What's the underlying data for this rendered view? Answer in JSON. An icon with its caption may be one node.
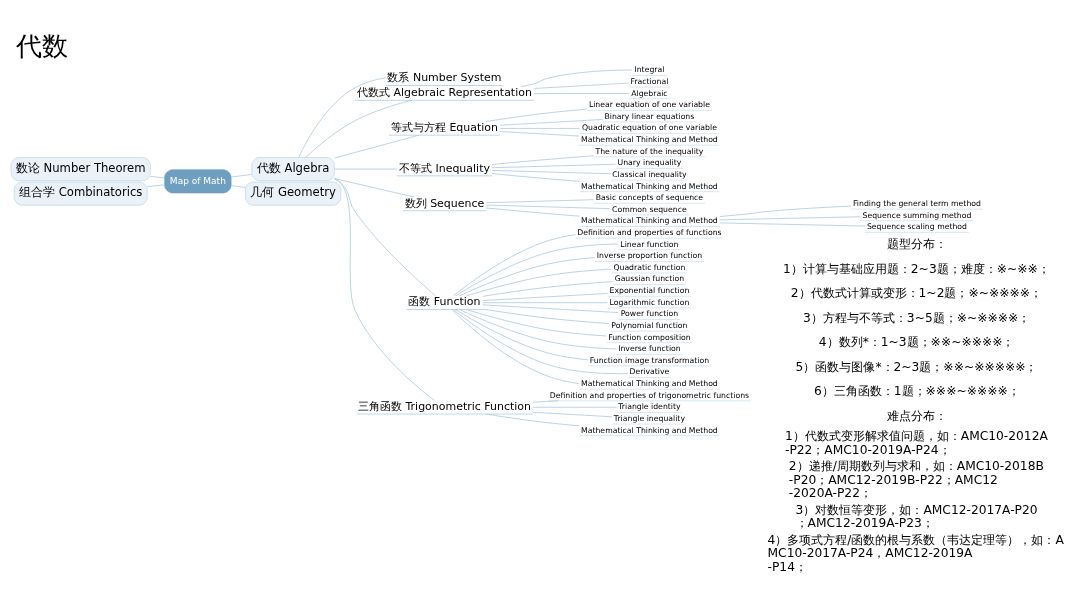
{
  "diagram": {
    "title": "代数",
    "nodes": [
      {
        "text": [
          "Map of Math"
        ]
      },
      {
        "text": [
          "数论 Number Theorem"
        ]
      },
      {
        "text": [
          "组合学 Combinatorics"
        ]
      },
      {
        "text": [
          "代数 Algebra"
        ]
      },
      {
        "text": [
          "几何 Geometry"
        ]
      },
      {
        "text": [
          "数系 Number System"
        ]
      },
      {
        "text": [
          "代数式 Algebraic Representation"
        ]
      },
      {
        "text": [
          "Integral"
        ]
      },
      {
        "text": [
          "Fractional"
        ]
      },
      {
        "text": [
          "Algebraic"
        ]
      },
      {
        "text": [
          "等式与方程 Equation"
        ]
      },
      {
        "text": [
          "Linear equation of one variable"
        ]
      },
      {
        "text": [
          "Binary linear equations"
        ]
      },
      {
        "text": [
          "Quadratic equation of one variable"
        ]
      },
      {
        "text": [
          "Mathematical Thinking and Method"
        ]
      },
      {
        "text": [
          "不等式 Inequality"
        ]
      },
      {
        "text": [
          "The nature of the inequality"
        ]
      },
      {
        "text": [
          "Unary inequality"
        ]
      },
      {
        "text": [
          "Classical inequality"
        ]
      },
      {
        "text": [
          "Mathematical Thinking and Method"
        ]
      },
      {
        "text": [
          "数列 Sequence"
        ]
      },
      {
        "text": [
          "Basic concepts of sequence"
        ]
      },
      {
        "text": [
          "Common sequence"
        ]
      },
      {
        "text": [
          "Mathematical Thinking and Method"
        ]
      },
      {
        "text": [
          "Finding the general term method"
        ]
      },
      {
        "text": [
          "Sequence summing method"
        ]
      },
      {
        "text": [
          "Sequence scaling method"
        ]
      },
      {
        "text": [
          "函数 Function"
        ]
      },
      {
        "text": [
          "Definition and properties of functions"
        ]
      },
      {
        "text": [
          "Linear function"
        ]
      },
      {
        "text": [
          "Inverse proportion function"
        ]
      },
      {
        "text": [
          "Quadratic function"
        ]
      },
      {
        "text": [
          "Gaussian function"
        ]
      },
      {
        "text": [
          "Exponential function"
        ]
      },
      {
        "text": [
          "Logarithmic function"
        ]
      },
      {
        "text": [
          "Power function"
        ]
      },
      {
        "text": [
          "Polynomial function"
        ]
      },
      {
        "text": [
          "Function composition"
        ]
      },
      {
        "text": [
          "Inverse function"
        ]
      },
      {
        "text": [
          "Function image transformation"
        ]
      },
      {
        "text": [
          "Derivative"
        ]
      },
      {
        "text": [
          "Mathematical Thinking and Method"
        ]
      },
      {
        "text": [
          "三角函数 Trigonometric Function"
        ]
      },
      {
        "text": [
          "Definition and properties of trigonometric functions"
        ]
      },
      {
        "text": [
          "Triangle identity"
        ]
      },
      {
        "text": [
          "Triangle inequality"
        ]
      },
      {
        "text": [
          "Mathematical Thinking and Method"
        ]
      }
    ],
    "edges": [
      {
        "from": 0,
        "to": 1,
        "arrow": "none"
      },
      {
        "from": 0,
        "to": 2,
        "arrow": "none"
      },
      {
        "from": 0,
        "to": 3,
        "arrow": "none"
      },
      {
        "from": 0,
        "to": 4,
        "arrow": "none"
      },
      {
        "from": 3,
        "to": 5,
        "arrow": "none"
      },
      {
        "from": 3,
        "to": 6,
        "arrow": "none"
      },
      {
        "from": 6,
        "to": 7,
        "arrow": "none"
      },
      {
        "from": 6,
        "to": 8,
        "arrow": "none"
      },
      {
        "from": 6,
        "to": 9,
        "arrow": "none"
      },
      {
        "from": 3,
        "to": 10,
        "arrow": "none"
      },
      {
        "from": 10,
        "to": 11,
        "arrow": "none"
      },
      {
        "from": 10,
        "to": 12,
        "arrow": "none"
      },
      {
        "from": 10,
        "to": 13,
        "arrow": "none"
      },
      {
        "from": 10,
        "to": 14,
        "arrow": "none"
      },
      {
        "from": 3,
        "to": 15,
        "arrow": "none"
      },
      {
        "from": 15,
        "to": 16,
        "arrow": "none"
      },
      {
        "from": 15,
        "to": 17,
        "arrow": "none"
      },
      {
        "from": 15,
        "to": 18,
        "arrow": "none"
      },
      {
        "from": 15,
        "to": 19,
        "arrow": "none"
      },
      {
        "from": 3,
        "to": 20,
        "arrow": "none"
      },
      {
        "from": 20,
        "to": 21,
        "arrow": "none"
      },
      {
        "from": 20,
        "to": 22,
        "arrow": "none"
      },
      {
        "from": 20,
        "to": 23,
        "arrow": "none"
      },
      {
        "from": 23,
        "to": 24,
        "arrow": "none"
      },
      {
        "from": 23,
        "to": 25,
        "arrow": "none"
      },
      {
        "from": 23,
        "to": 26,
        "arrow": "none"
      },
      {
        "from": 3,
        "to": 27,
        "arrow": "none"
      },
      {
        "from": 27,
        "to": 28,
        "arrow": "none"
      },
      {
        "from": 27,
        "to": 29,
        "arrow": "none"
      },
      {
        "from": 27,
        "to": 30,
        "arrow": "none"
      },
      {
        "from": 27,
        "to": 31,
        "arrow": "none"
      },
      {
        "from": 27,
        "to": 32,
        "arrow": "none"
      },
      {
        "from": 27,
        "to": 33,
        "arrow": "none"
      },
      {
        "from": 27,
        "to": 34,
        "arrow": "none"
      },
      {
        "from": 27,
        "to": 35,
        "arrow": "none"
      },
      {
        "from": 27,
        "to": 36,
        "arrow": "none"
      },
      {
        "from": 27,
        "to": 37,
        "arrow": "none"
      },
      {
        "from": 27,
        "to": 38,
        "arrow": "none"
      },
      {
        "from": 27,
        "to": 39,
        "arrow": "none"
      },
      {
        "from": 27,
        "to": 40,
        "arrow": "none"
      },
      {
        "from": 27,
        "to": 41,
        "arrow": "none"
      },
      {
        "from": 3,
        "to": 42,
        "arrow": "none"
      },
      {
        "from": 42,
        "to": 43,
        "arrow": "none"
      },
      {
        "from": 42,
        "to": 44,
        "arrow": "none"
      },
      {
        "from": 42,
        "to": 45,
        "arrow": "none"
      },
      {
        "from": 42,
        "to": 46,
        "arrow": "none"
      }
    ],
    "labels": [
      "题型分布：",
      "1）计算与基础应用题：2~3题；难度：※~※※；",
      "2）代数式计算或变形：1~2题；※~※※※※；",
      "3）方程与不等式：3~5题；※~※※※※；",
      "4）数列*：1~3题；※※~※※※※；",
      "5）函数与图像*：2~3题；※※~※※※※※；",
      "6）三角函数：1题；※※※~※※※※；",
      "难点分布：",
      "1）代数式变形解求值问题，如：AMC10-2012A-P22；AMC10-2019A-P24；",
      "2）递推/周期数列与求和，如：AMC10-2018B-P20；AMC12-2019B-P22；AMC12-2020A-P22；",
      "3）对数恒等变形，如：AMC12-2017A-P20；AMC12-2019A-P23；",
      "4）多项式方程/函数的根与系数（韦达定理等），如：AMC10-2017A-P24，AMC12-2019A-P14；"
    ]
  }
}
